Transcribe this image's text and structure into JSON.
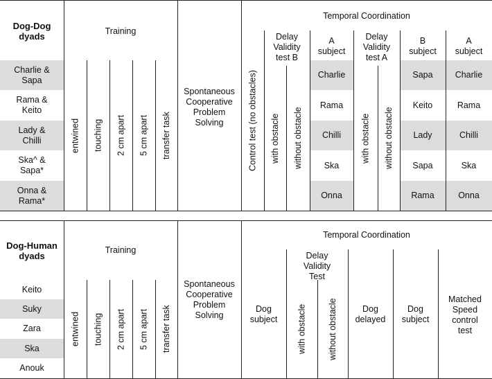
{
  "dog_dog": {
    "group_label": "Dog-Dog\ndyads",
    "dyads": [
      "Charlie &\nSapa",
      "Rama &\nKeito",
      "Lady &\nChilli",
      "Ska^ &\nSapa*",
      "Onna &\nRama*"
    ],
    "training": {
      "title": "Training",
      "tasks": [
        "entwined",
        "touching",
        "2 cm apart",
        "5 cm apart",
        "transfer task"
      ]
    },
    "spontaneous": "Spontaneous\nCooperative\nProblem\nSolving",
    "temporal": {
      "title": "Temporal Coordination",
      "control_test": "Control test (no obstacles)",
      "delay_b": "Delay\nValidity\ntest B",
      "delay_a": "Delay\nValidity\ntest A",
      "with_obstacle": "with obstacle",
      "without_obstacle": "without obstacle",
      "a_subject": "A\nsubject",
      "b_subject": "B\nsubject",
      "a_subject_2": "A\nsubject",
      "a_subject_values": [
        "Charlie",
        "Rama",
        "Chilli",
        "Ska",
        "Onna"
      ],
      "b_subject_values": [
        "Sapa",
        "Keito",
        "Lady",
        "Sapa",
        "Rama"
      ],
      "a_subject_2_values": [
        "Charlie",
        "Rama",
        "Chilli",
        "Ska",
        "Onna"
      ]
    }
  },
  "dog_human": {
    "group_label": "Dog-Human\ndyads",
    "dogs": [
      "Keito",
      "Suky",
      "Zara",
      "Ska",
      "Anouk"
    ],
    "training": {
      "title": "Training",
      "tasks": [
        "entwined",
        "touching",
        "2 cm apart",
        "5 cm apart",
        "transfer task"
      ]
    },
    "spontaneous": "Spontaneous\nCooperative\nProblem\nSolving",
    "temporal": {
      "title": "Temporal Coordination",
      "dog_subject": "Dog\nsubject",
      "delay_validity": "Delay\nValidity\nTest",
      "with_obstacle": "with obstacle",
      "without_obstacle": "without obstacle",
      "dog_delayed": "Dog\ndelayed",
      "dog_subject_2": "Dog\nsubject",
      "matched_speed": "Matched\nSpeed\ncontrol\ntest"
    }
  }
}
